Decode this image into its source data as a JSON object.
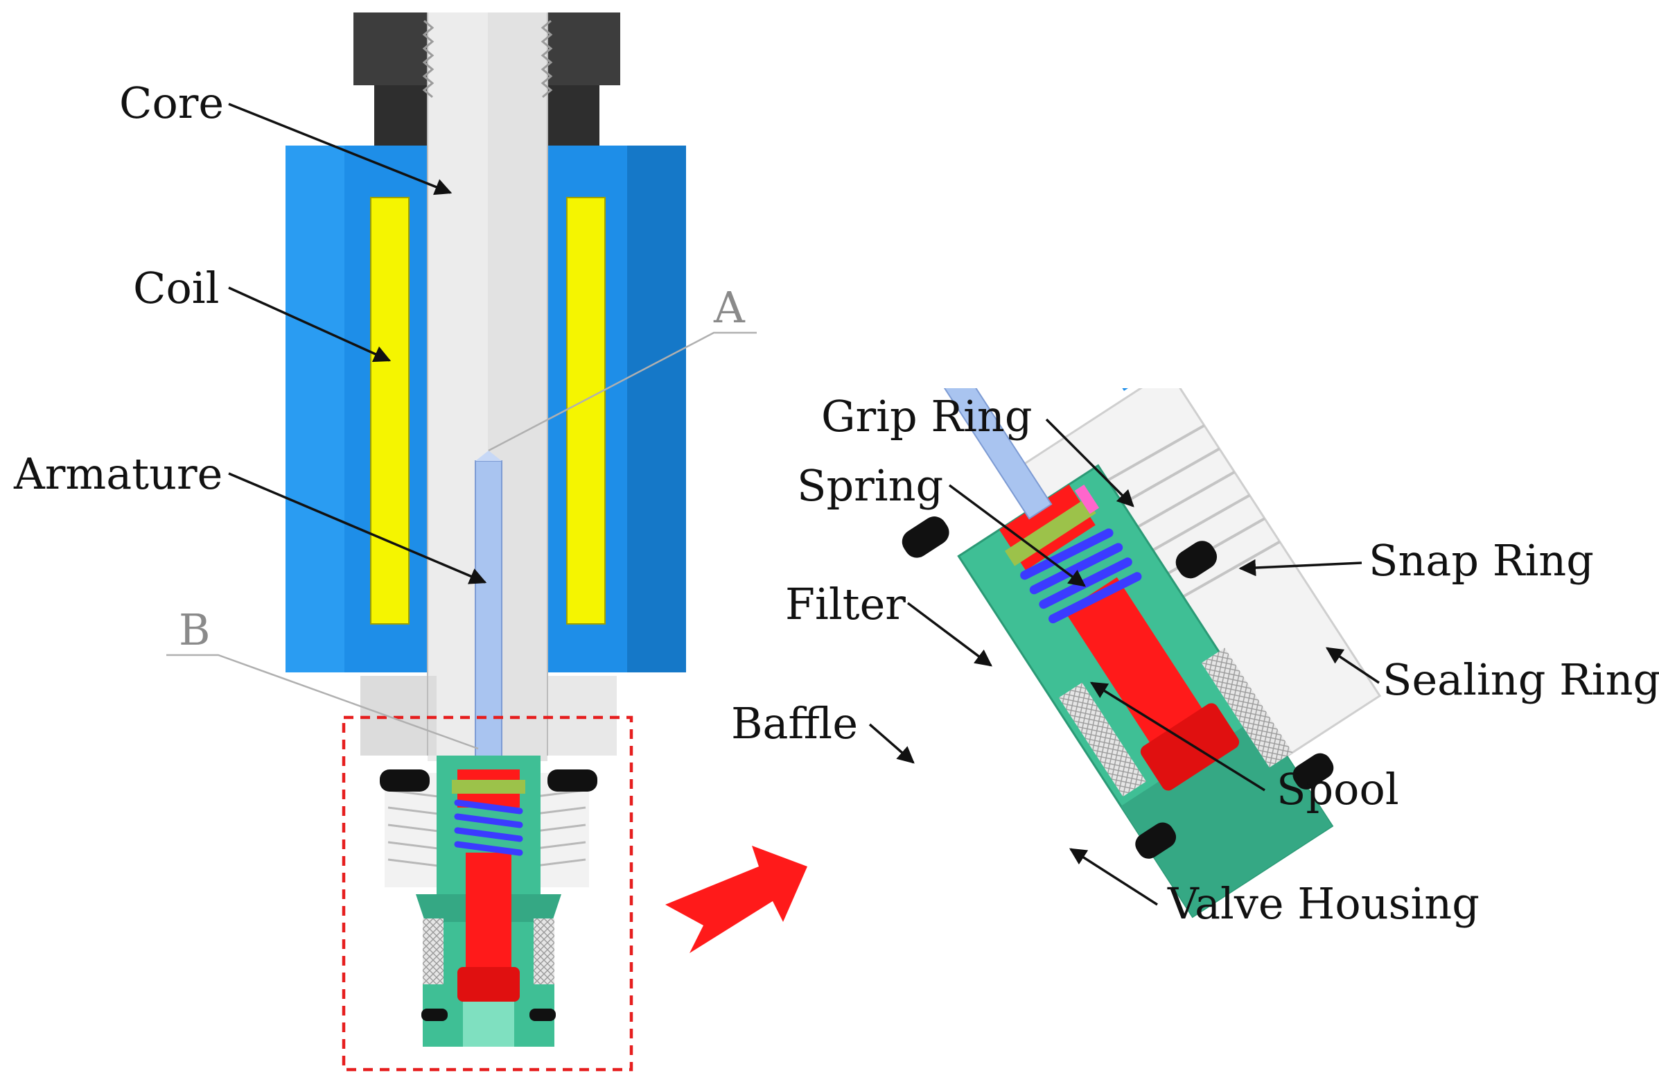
{
  "labels": {
    "core": "Core",
    "coil": "Coil",
    "armature": "Armature",
    "point_a": "A",
    "point_b": "B",
    "grip_ring": "Grip Ring",
    "spring": "Spring",
    "filter": "Filter",
    "baffle": "Baffle",
    "snap_ring": "Snap Ring",
    "sealing_ring": "Sealing Ring",
    "spool": "Spool",
    "valve_housing": "Valve Housing"
  },
  "colors": {
    "nut": "#4a4a4a",
    "coil_housing": "#1e8ee8",
    "coil_winding": "#f5f500",
    "core": "#ececec",
    "armature": "#a9c4f0",
    "valve_housing": "#3fbf95",
    "spool": "#ff1a1a",
    "spring": "#3b3bff",
    "grip_ring": "#9cc24a",
    "snap_ring": "#ff66cc",
    "seal": "#111111",
    "filter": "#d9d9d9",
    "callout_box": "#e61e1e",
    "arrow": "#ff1a1a"
  }
}
